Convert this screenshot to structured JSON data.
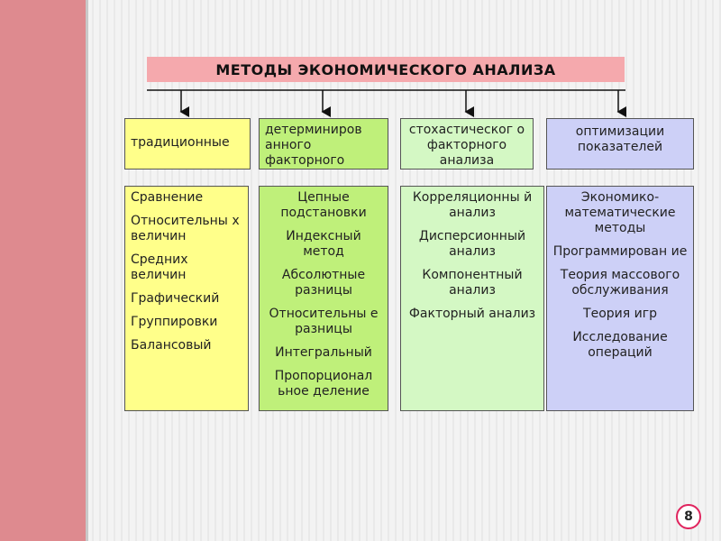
{
  "title": "МЕТОДЫ ЭКОНОМИЧЕСКОГО АНАЛИЗА",
  "columns": [
    {
      "header": "традиционные",
      "items": [
        "Сравнение",
        "Относительны х величин",
        "Средних величин",
        "Графический",
        "Группировки",
        "Балансовый"
      ]
    },
    {
      "header": "детерминиров анного факторного анализа",
      "items": [
        "Цепные подстановки",
        "Индексный метод",
        "Абсолютные разницы",
        "Относительны е разницы",
        "Интегральный",
        "Пропорционал ьное деление"
      ]
    },
    {
      "header": "стохастическог о факторного анализа",
      "items": [
        "Корреляционны й анализ",
        "Дисперсионный анализ",
        "Компонентный анализ",
        "Факторный анализ"
      ]
    },
    {
      "header": "оптимизации показателей",
      "items": [
        "Экономико- математические методы",
        "Программирован ие",
        "Теория массового обслуживания",
        "Теория игр",
        "Исследование операций"
      ]
    }
  ],
  "page_number": "8",
  "colors": {
    "left_band": "#de8a8f",
    "title_bar": "#f5a9ad",
    "yellow": "#ffff8a",
    "green": "#bff07a",
    "light_green": "#d4f8c4",
    "lilac": "#cdd0f7",
    "badge_border": "#e0245e"
  }
}
